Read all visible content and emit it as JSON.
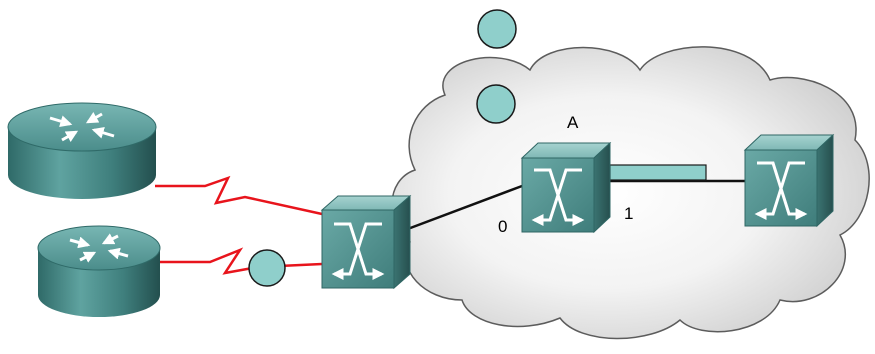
{
  "labels": {
    "switch_a": "A",
    "port_0": "0",
    "port_1": "1"
  },
  "nodes": [
    {
      "id": "router-1",
      "type": "router-icon"
    },
    {
      "id": "router-2",
      "type": "router-icon"
    },
    {
      "id": "edge-switch",
      "type": "atm-switch-icon"
    },
    {
      "id": "switch-a",
      "type": "atm-switch-icon"
    },
    {
      "id": "switch-right",
      "type": "atm-switch-icon"
    }
  ],
  "links": [
    {
      "from": "router-1",
      "to": "edge-switch",
      "kind": "serial-link"
    },
    {
      "from": "router-2",
      "to": "edge-switch",
      "kind": "serial-link"
    },
    {
      "from": "edge-switch",
      "to": "switch-a",
      "kind": "trunk"
    },
    {
      "from": "switch-a",
      "to": "switch-right",
      "kind": "trunk"
    }
  ],
  "colors": {
    "serial_link": "#e8141c",
    "cell": "#8fcfcb",
    "device_face": "#5a9d9b",
    "cloud_fill": "#e6e6e6"
  }
}
